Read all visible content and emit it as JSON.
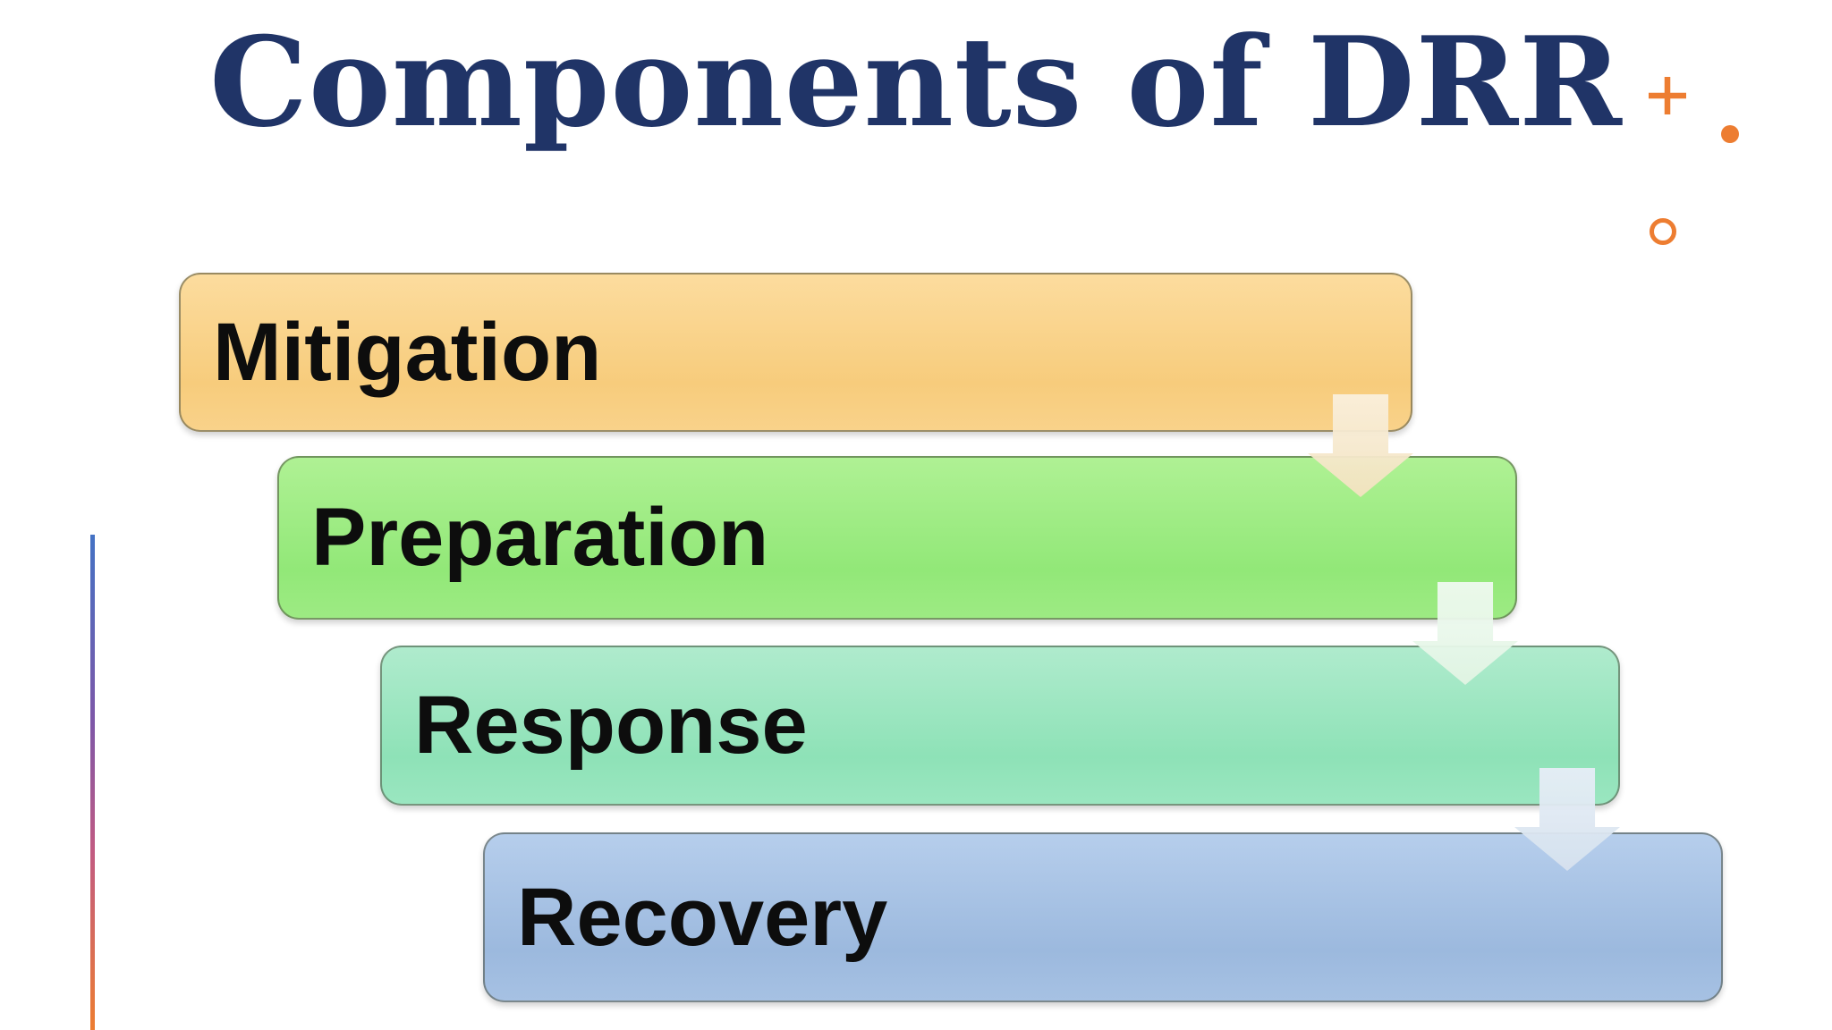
{
  "title": {
    "text": "Components of DRR",
    "color": "#203467"
  },
  "diagram": {
    "type": "cascading-process",
    "flow": "top-to-bottom",
    "steps": [
      {
        "order": 1,
        "label": "Mitigation",
        "fill_top": "#FCDC9E",
        "fill_bottom": "#F7CC7C",
        "text_color": "#0D0D0D"
      },
      {
        "order": 2,
        "label": "Preparation",
        "fill_top": "#AFF194",
        "fill_bottom": "#92E878",
        "text_color": "#0D0D0D"
      },
      {
        "order": 3,
        "label": "Response",
        "fill_top": "#AFEBCD",
        "fill_bottom": "#8EE2B7",
        "text_color": "#0D0D0D"
      },
      {
        "order": 4,
        "label": "Recovery",
        "fill_top": "#B6CEEC",
        "fill_bottom": "#9CB9DE",
        "text_color": "#0D0D0D"
      }
    ],
    "connectors": [
      {
        "from": "Mitigation",
        "to": "Preparation",
        "shape": "block-arrow-down",
        "color": "#F3E2C0"
      },
      {
        "from": "Preparation",
        "to": "Response",
        "shape": "block-arrow-down",
        "color": "#E2F5E4"
      },
      {
        "from": "Response",
        "to": "Recovery",
        "shape": "block-arrow-down",
        "color": "#D7E2EF"
      }
    ]
  },
  "decorations": {
    "accent_color": "#ED7D31",
    "icons": [
      "plus-icon",
      "filled-dot-icon",
      "ring-icon"
    ],
    "left_line_gradient": [
      "#4472C4",
      "#7E57A8",
      "#C25B82",
      "#ED7D31"
    ]
  },
  "background_color": "#FFFFFF"
}
